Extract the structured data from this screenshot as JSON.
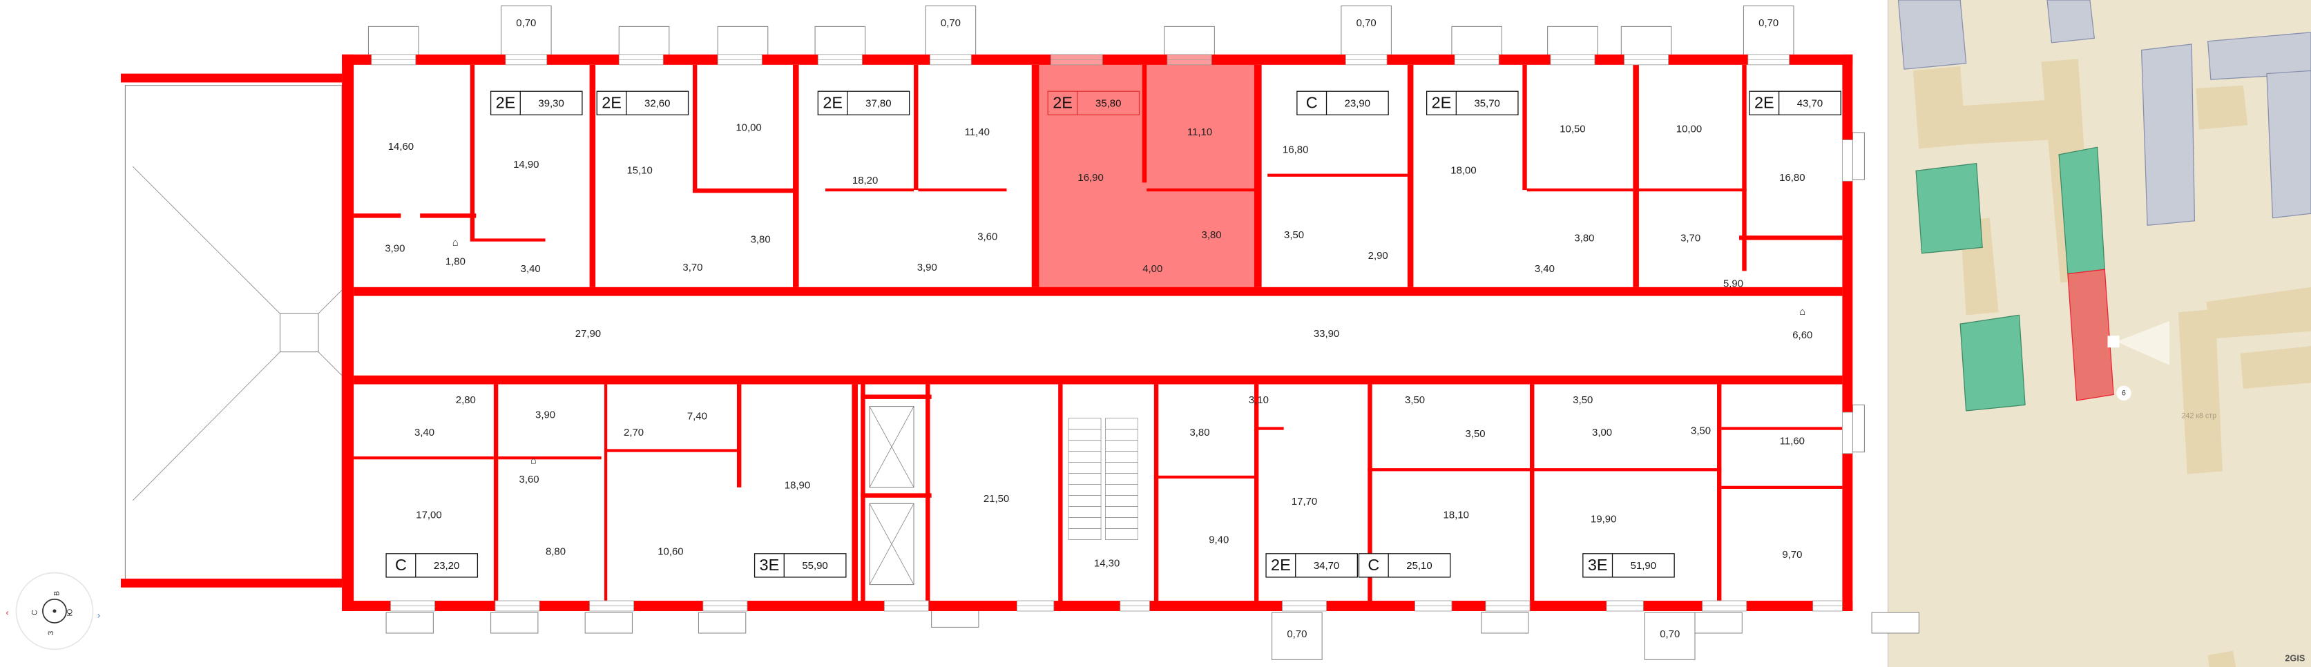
{
  "wall_color": "#ff0000",
  "highlight_color": "#ff8080",
  "apartments": [
    {
      "type": "2E",
      "area": "39,30"
    },
    {
      "type": "2E",
      "area": "32,60"
    },
    {
      "type": "2E",
      "area": "37,80"
    },
    {
      "type": "2E",
      "area": "35,80",
      "selected": true
    },
    {
      "type": "C",
      "area": "23,90"
    },
    {
      "type": "2E",
      "area": "35,70"
    },
    {
      "type": "2E",
      "area": "43,70"
    },
    {
      "type": "C",
      "area": "23,20"
    },
    {
      "type": "3E",
      "area": "55,90"
    },
    {
      "type": "2E",
      "area": "34,70"
    },
    {
      "type": "C",
      "area": "25,10"
    },
    {
      "type": "3E",
      "area": "51,90"
    }
  ],
  "rooms": [
    "14,60",
    "14,90",
    "3,90",
    "1,80",
    "3,40",
    "15,10",
    "3,70",
    "10,00",
    "3,80",
    "18,20",
    "11,40",
    "3,90",
    "3,60",
    "16,90",
    "4,00",
    "11,10",
    "3,80",
    "16,80",
    "3,50",
    "2,90",
    "18,00",
    "10,50",
    "3,40",
    "3,80",
    "10,00",
    "3,70",
    "16,80",
    "5,90",
    "6,60",
    "27,90",
    "33,90",
    "2,80",
    "3,40",
    "3,90",
    "2,70",
    "7,40",
    "3,60",
    "17,00",
    "8,80",
    "10,60",
    "18,90",
    "21,50",
    "14,30",
    "3,80",
    "3,10",
    "9,40",
    "17,70",
    "3,50",
    "3,50",
    "18,10",
    "3,50",
    "3,00",
    "3,50",
    "19,90",
    "11,60",
    "9,70"
  ],
  "balconies": [
    "0,70",
    "0,70",
    "0,70",
    "0,70",
    "0,70",
    "0,70"
  ],
  "compass": {
    "north": "С",
    "east": "В",
    "south": "Ю",
    "west": "З"
  },
  "map": {
    "background": "#ece4cc",
    "building_number": "6",
    "address_label": "242 к8 стр",
    "logo": "2GIS",
    "selected_building_color": "#e8756e",
    "green_color": "#68c29b",
    "gray_color": "#c8ccd6",
    "beige_color": "#e6d6b0"
  }
}
